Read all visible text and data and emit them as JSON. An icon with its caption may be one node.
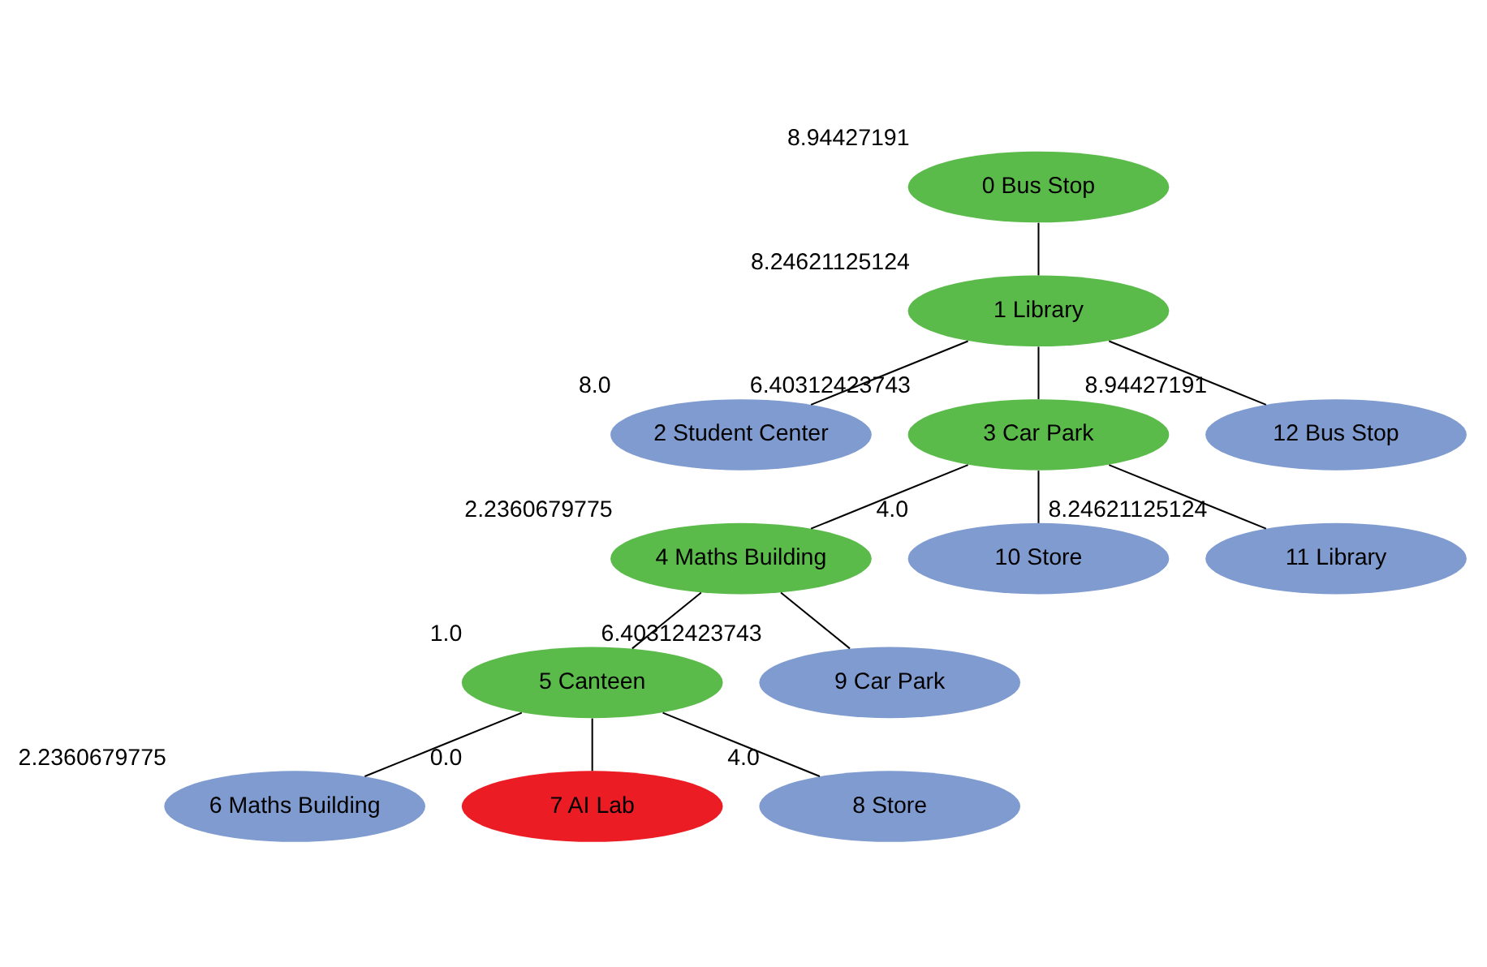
{
  "diagram": {
    "nodes": [
      {
        "text": [
          "0 Bus Stop"
        ],
        "beside": [
          "8.94427191"
        ]
      },
      {
        "text": [
          "1 Library"
        ],
        "beside": [
          "8.24621125124"
        ]
      },
      {
        "text": [
          "2 Student Center"
        ],
        "beside": [
          "8.0"
        ]
      },
      {
        "text": [
          "3 Car Park"
        ],
        "beside": [
          "6.40312423743"
        ]
      },
      {
        "text": [
          "4 Maths Building"
        ],
        "beside": [
          "2.2360679775"
        ]
      },
      {
        "text": [
          "5 Canteen"
        ],
        "beside": [
          "1.0"
        ]
      },
      {
        "text": [
          "6 Maths Building"
        ],
        "beside": [
          "2.2360679775"
        ]
      },
      {
        "text": [
          "7 AI Lab"
        ],
        "beside": [
          "0.0"
        ]
      },
      {
        "text": [
          "8 Store"
        ],
        "beside": [
          "4.0"
        ]
      },
      {
        "text": [
          "9 Car Park"
        ],
        "beside": [
          "6.40312423743"
        ]
      },
      {
        "text": [
          "10 Store"
        ],
        "beside": [
          "4.0"
        ]
      },
      {
        "text": [
          "11 Library"
        ],
        "beside": [
          "8.24621125124"
        ]
      },
      {
        "text": [
          "12 Bus Stop"
        ],
        "beside": [
          "8.94427191"
        ]
      }
    ],
    "edges": [
      {
        "from": 0,
        "to": 1,
        "arrow": "none"
      },
      {
        "from": 1,
        "to": 2,
        "arrow": "none"
      },
      {
        "from": 1,
        "to": 3,
        "arrow": "none"
      },
      {
        "from": 1,
        "to": 12,
        "arrow": "none"
      },
      {
        "from": 3,
        "to": 4,
        "arrow": "none"
      },
      {
        "from": 3,
        "to": 10,
        "arrow": "none"
      },
      {
        "from": 3,
        "to": 11,
        "arrow": "none"
      },
      {
        "from": 4,
        "to": 5,
        "arrow": "none"
      },
      {
        "from": 4,
        "to": 9,
        "arrow": "none"
      },
      {
        "from": 5,
        "to": 6,
        "arrow": "none"
      },
      {
        "from": 5,
        "to": 7,
        "arrow": "none"
      },
      {
        "from": 5,
        "to": 8,
        "arrow": "none"
      }
    ]
  }
}
